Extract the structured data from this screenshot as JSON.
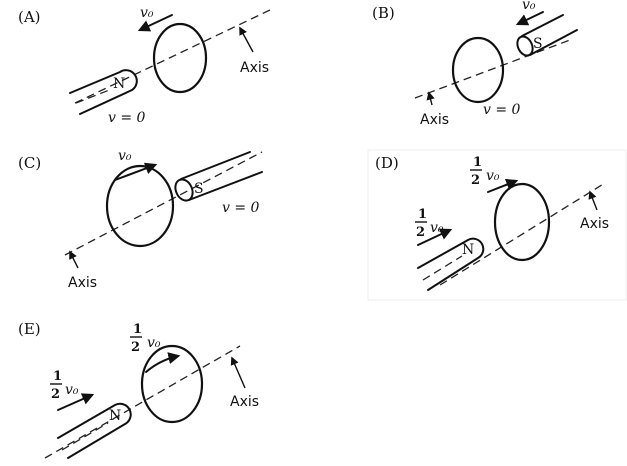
{
  "panels": {
    "A": {
      "label": "(A)",
      "ring_velocity": "v₀",
      "magnet_pole": "N",
      "magnet_velocity": "v = 0",
      "axis_label": "Axis"
    },
    "B": {
      "label": "(B)",
      "magnet_velocity": "v₀",
      "magnet_pole": "S",
      "ring_velocity": "v = 0",
      "axis_label": "Axis"
    },
    "C": {
      "label": "(C)",
      "ring_velocity": "v₀",
      "magnet_pole": "S",
      "magnet_velocity": "v = 0",
      "axis_label": "Axis"
    },
    "D": {
      "label": "(D)",
      "ring_velocity_num": "1",
      "ring_velocity_den": "2",
      "ring_velocity_sym": "v₀",
      "magnet_velocity_num": "1",
      "magnet_velocity_den": "2",
      "magnet_velocity_sym": "v₀",
      "magnet_pole": "N",
      "axis_label": "Axis"
    },
    "E": {
      "label": "(E)",
      "ring_velocity_num": "1",
      "ring_velocity_den": "2",
      "ring_velocity_sym": "v₀",
      "magnet_velocity_num": "1",
      "magnet_velocity_den": "2",
      "magnet_velocity_sym": "v₀",
      "magnet_pole": "N",
      "axis_label": "Axis"
    }
  }
}
